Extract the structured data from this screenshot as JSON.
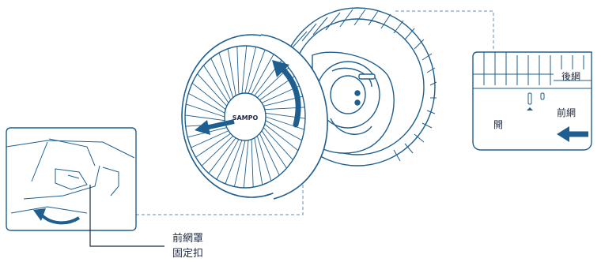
{
  "brand": "SAMPO",
  "detail_right": {
    "rear_label": "後網",
    "front_label": "前網",
    "open_label": "開"
  },
  "callout": {
    "line1": "前網罩",
    "line2": "固定扣"
  },
  "colors": {
    "line": "#1f5f8f",
    "accent": "#1f5f8f",
    "text": "#1f2a44",
    "dash": "#5b8fb8"
  }
}
